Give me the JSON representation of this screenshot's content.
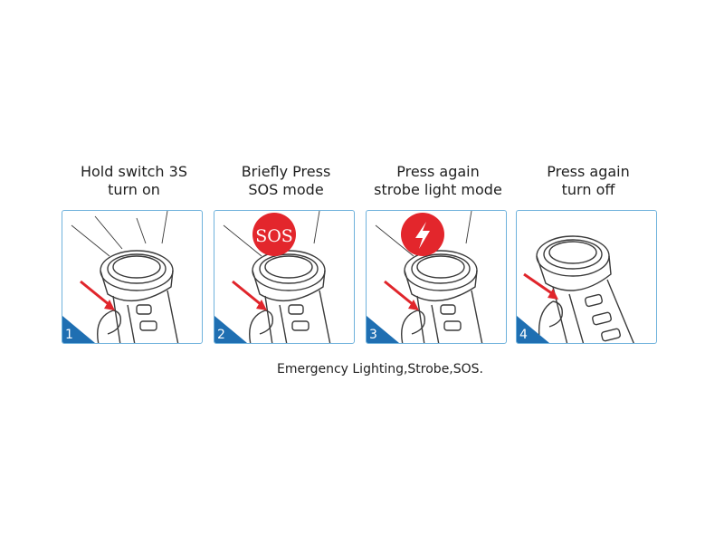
{
  "steps": [
    {
      "title_line1": "Hold switch 3S",
      "title_line2": "turn on",
      "number": "1",
      "badge": ""
    },
    {
      "title_line1": "Briefly Press",
      "title_line2": "SOS mode",
      "number": "2",
      "badge": "SOS"
    },
    {
      "title_line1": "Press again",
      "title_line2": "strobe light mode",
      "number": "3",
      "badge": ""
    },
    {
      "title_line1": "Press again",
      "title_line2": "turn off",
      "number": "4",
      "badge": ""
    }
  ],
  "caption": "Emergency Lighting,Strobe,SOS.",
  "colors": {
    "panel_border": "#6fb2dc",
    "badge_blue": "#1f6fb2",
    "arrow_red": "#e0252b",
    "icon_red": "#e3262c",
    "line_art": "#3a3a3a"
  },
  "icons": {
    "step2": "sos-badge-icon",
    "step3": "lightning-bolt-icon"
  }
}
